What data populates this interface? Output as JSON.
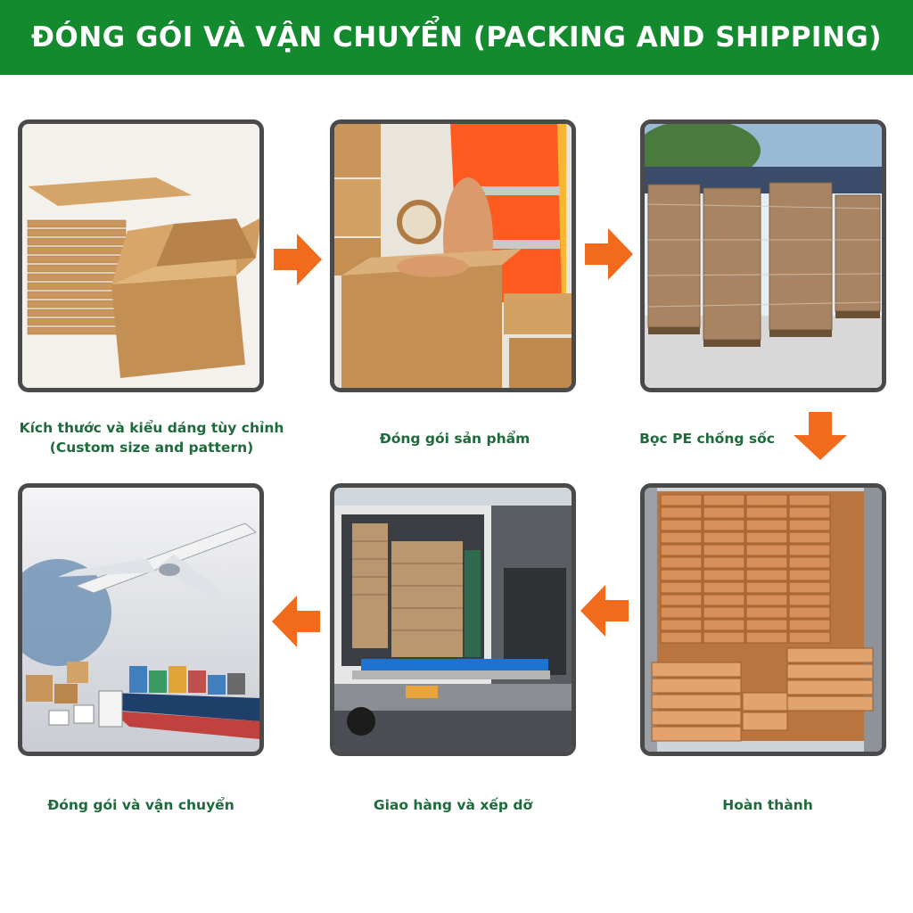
{
  "banner": {
    "title": "ĐÓNG GÓI VÀ VẬN CHUYỂN (PACKING AND SHIPPING)",
    "background": "#138a2e"
  },
  "theme": {
    "caption_color": "#1d6b3a",
    "arrow_color": "#f26a1b",
    "frame_color": "#4a4a4a"
  },
  "steps": [
    {
      "caption_line1": "Kích thước và kiểu dáng tùy chỉnh",
      "caption_line2": "(Custom size and pattern)",
      "image": "kraft-boxes-photo"
    },
    {
      "caption": "Đóng gói sản phẩm",
      "image": "worker-taping-box-photo"
    },
    {
      "caption": "Bọc PE chống sốc",
      "image": "wrapped-pallets-photo"
    },
    {
      "caption": "Hoàn thành",
      "image": "loaded-container-photo"
    },
    {
      "caption": "Giao hàng và xếp dỡ",
      "image": "truck-loading-photo"
    },
    {
      "caption": "Đóng gói và vận chuyển",
      "image": "plane-ship-shipping-photo"
    }
  ],
  "arrows": [
    "arrow-right-icon",
    "arrow-right-icon",
    "arrow-down-icon",
    "arrow-left-icon",
    "arrow-left-icon"
  ]
}
